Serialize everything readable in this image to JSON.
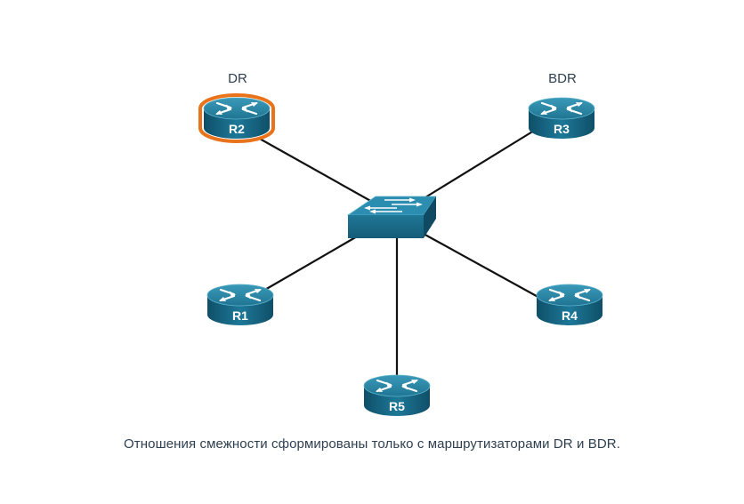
{
  "diagram": {
    "roles": {
      "dr": "DR",
      "bdr": "BDR"
    },
    "routers": {
      "r1": "R1",
      "r2": "R2",
      "r3": "R3",
      "r4": "R4",
      "r5": "R5"
    },
    "highlight_color": "#e8731a",
    "device_color": "#1f6f8b",
    "caption": "Отношения смежности сформированы только с маршрутизаторами DR и BDR."
  }
}
